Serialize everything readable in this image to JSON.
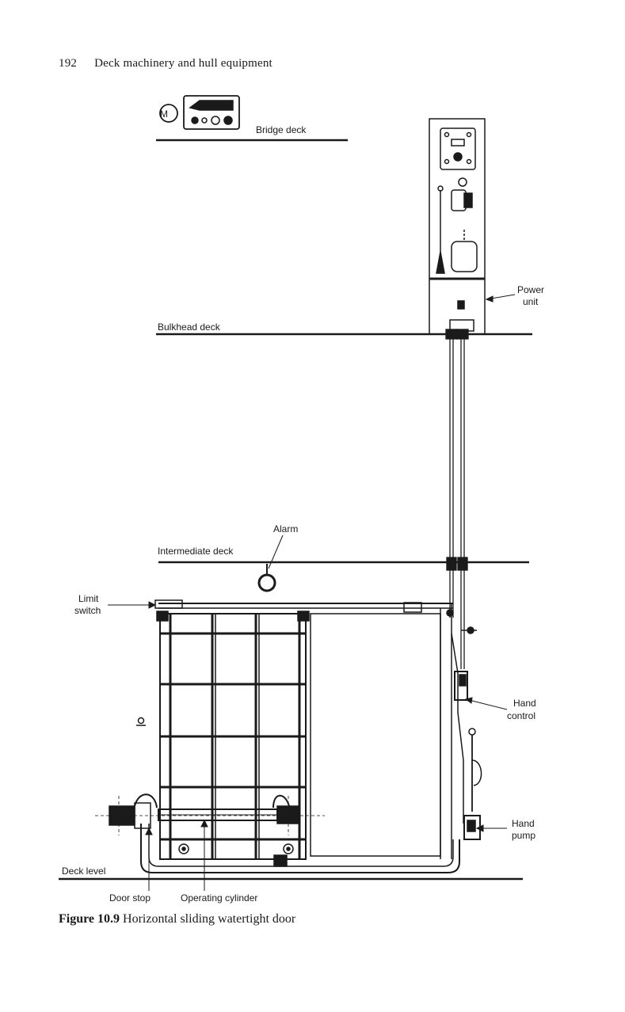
{
  "header": {
    "page_number": "192",
    "running_title": "Deck machinery and hull equipment"
  },
  "labels": {
    "bridge_deck": "Bridge deck",
    "bulkhead_deck": "Bulkhead deck",
    "power_unit_1": "Power",
    "power_unit_2": "unit",
    "alarm": "Alarm",
    "intermediate_deck": "Intermediate deck",
    "limit_switch_1": "Limit",
    "limit_switch_2": "switch",
    "hand_control_1": "Hand",
    "hand_control_2": "control",
    "hand_pump_1": "Hand",
    "hand_pump_2": "pump",
    "deck_level": "Deck level",
    "door_stop": "Door stop",
    "operating_cylinder": "Operating cylinder",
    "bridge_panel_letter": "M"
  },
  "caption": {
    "figure_number": "Figure 10.9",
    "text": "Horizontal sliding watertight door"
  }
}
